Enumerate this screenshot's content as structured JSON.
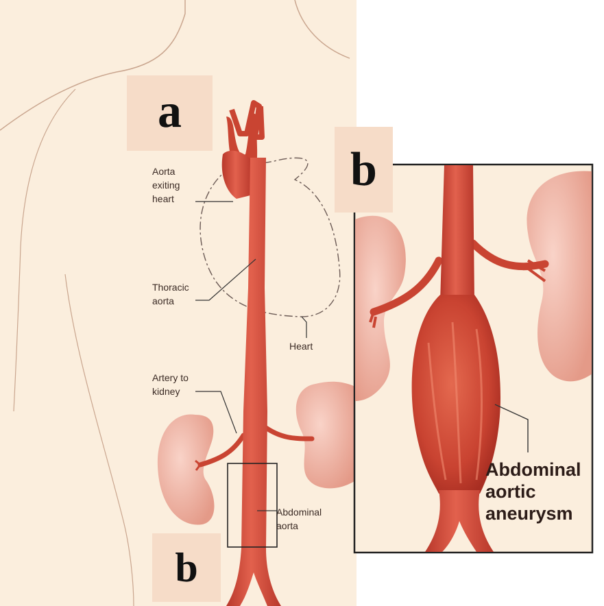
{
  "panels": {
    "a_letter": "a",
    "b_letter_top": "b",
    "b_letter_bottom": "b"
  },
  "labels": {
    "aorta_exiting_heart": [
      "Aorta",
      "exiting",
      "heart"
    ],
    "thoracic_aorta": [
      "Thoracic",
      "aorta"
    ],
    "heart": "Heart",
    "artery_to_kidney": [
      "Artery to",
      "kidney"
    ],
    "abdominal_aorta": [
      "Abdominal",
      "aorta"
    ],
    "abdominal_aortic_aneurysm": [
      "Abdominal",
      "aortic",
      "aneurysm"
    ]
  },
  "colors": {
    "skin": "#fbeedd",
    "skin_outline": "#c9a58e",
    "aorta": "#d5503f",
    "aorta_dark": "#b8382b",
    "kidney": "#f0b7a8",
    "label_box": "#f6dcc8"
  }
}
